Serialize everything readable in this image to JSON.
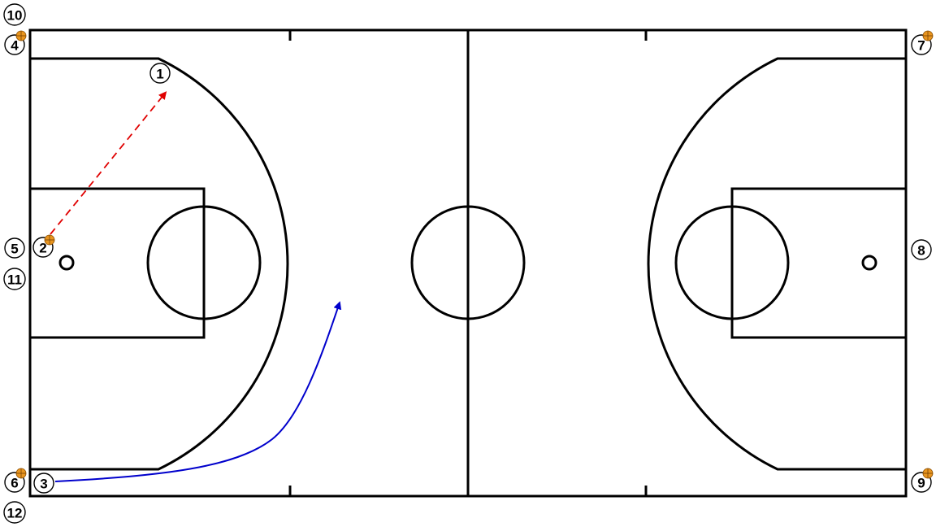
{
  "diagram": {
    "colors": {
      "court_lines": "#000000",
      "background": "#ffffff",
      "pass_arrow": "#e00000",
      "dribble_arrow": "#0000cc",
      "ball": "#e8951f"
    },
    "players": [
      {
        "id": "p1",
        "label": "1",
        "has_ball": false
      },
      {
        "id": "p2",
        "label": "2",
        "has_ball": true
      },
      {
        "id": "p3",
        "label": "3",
        "has_ball": false
      },
      {
        "id": "p4",
        "label": "4",
        "has_ball": true
      },
      {
        "id": "p5",
        "label": "5",
        "has_ball": false
      },
      {
        "id": "p6",
        "label": "6",
        "has_ball": true
      },
      {
        "id": "p7",
        "label": "7",
        "has_ball": true
      },
      {
        "id": "p8",
        "label": "8",
        "has_ball": false
      },
      {
        "id": "p9",
        "label": "9",
        "has_ball": true
      },
      {
        "id": "p10",
        "label": "10",
        "has_ball": false
      },
      {
        "id": "p11",
        "label": "11",
        "has_ball": false
      },
      {
        "id": "p12",
        "label": "12",
        "has_ball": false
      }
    ],
    "actions": [
      {
        "type": "pass",
        "from": "2",
        "to": "1",
        "style": "dashed",
        "color": "#e00000"
      },
      {
        "type": "dribble",
        "from": "3",
        "style": "solid",
        "color": "#0000cc"
      }
    ]
  }
}
